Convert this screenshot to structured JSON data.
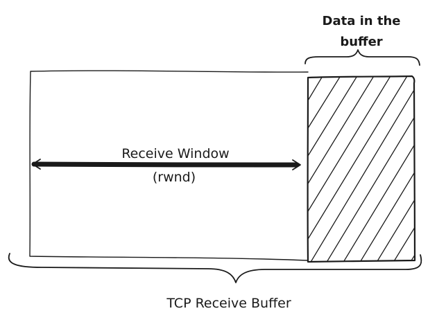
{
  "diagram": {
    "data_label_line1": "Data in the",
    "data_label_line2": "buffer",
    "window_label_line1": "Receive Window",
    "window_label_line2": "(rwnd)",
    "buffer_label": "TCP Receive Buffer"
  }
}
